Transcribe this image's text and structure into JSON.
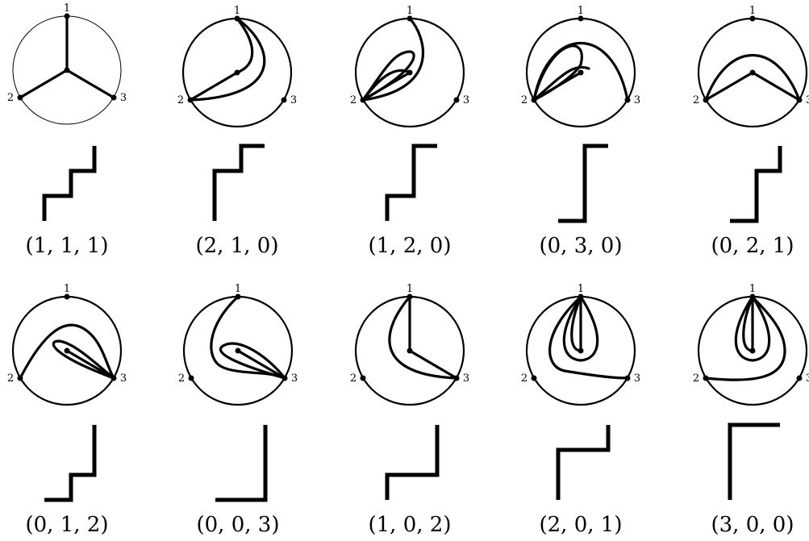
{
  "point_labels": [
    "1",
    "2",
    "3"
  ],
  "panels": [
    {
      "caption": "(1, 1, 1)",
      "counts": [
        1,
        1,
        1
      ]
    },
    {
      "caption": "(2, 1, 0)",
      "counts": [
        2,
        1,
        0
      ]
    },
    {
      "caption": "(1, 2, 0)",
      "counts": [
        1,
        2,
        0
      ]
    },
    {
      "caption": "(0, 3, 0)",
      "counts": [
        0,
        3,
        0
      ]
    },
    {
      "caption": "(0, 2, 1)",
      "counts": [
        0,
        2,
        1
      ]
    },
    {
      "caption": "(0, 1, 2)",
      "counts": [
        0,
        1,
        2
      ]
    },
    {
      "caption": "(0, 0, 3)",
      "counts": [
        0,
        0,
        3
      ]
    },
    {
      "caption": "(1, 0, 2)",
      "counts": [
        1,
        0,
        2
      ]
    },
    {
      "caption": "(2, 0, 1)",
      "counts": [
        2,
        0,
        1
      ]
    },
    {
      "caption": "(3, 0, 0)",
      "counts": [
        3,
        0,
        0
      ]
    }
  ]
}
